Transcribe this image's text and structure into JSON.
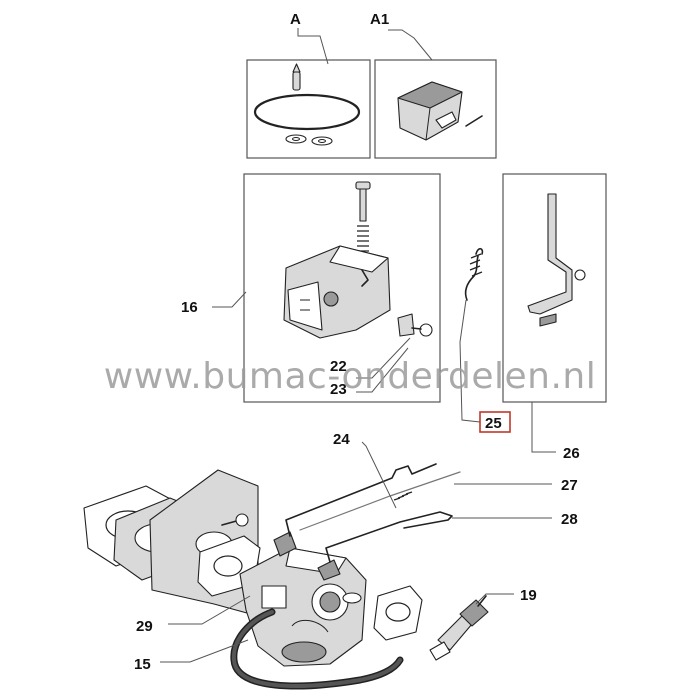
{
  "labels": {
    "a": "A",
    "a1": "A1",
    "p16": "16",
    "p22": "22",
    "p23": "23",
    "p25": "25",
    "p26": "26",
    "p24": "24",
    "p27": "27",
    "p28": "28",
    "p19": "19",
    "p29": "29",
    "p15": "15"
  },
  "watermark": "www.bumac-onderdelen.nl",
  "colors": {
    "highlight": "#c0392b",
    "ink": "#222222",
    "watermark": "#9b9b9b"
  }
}
